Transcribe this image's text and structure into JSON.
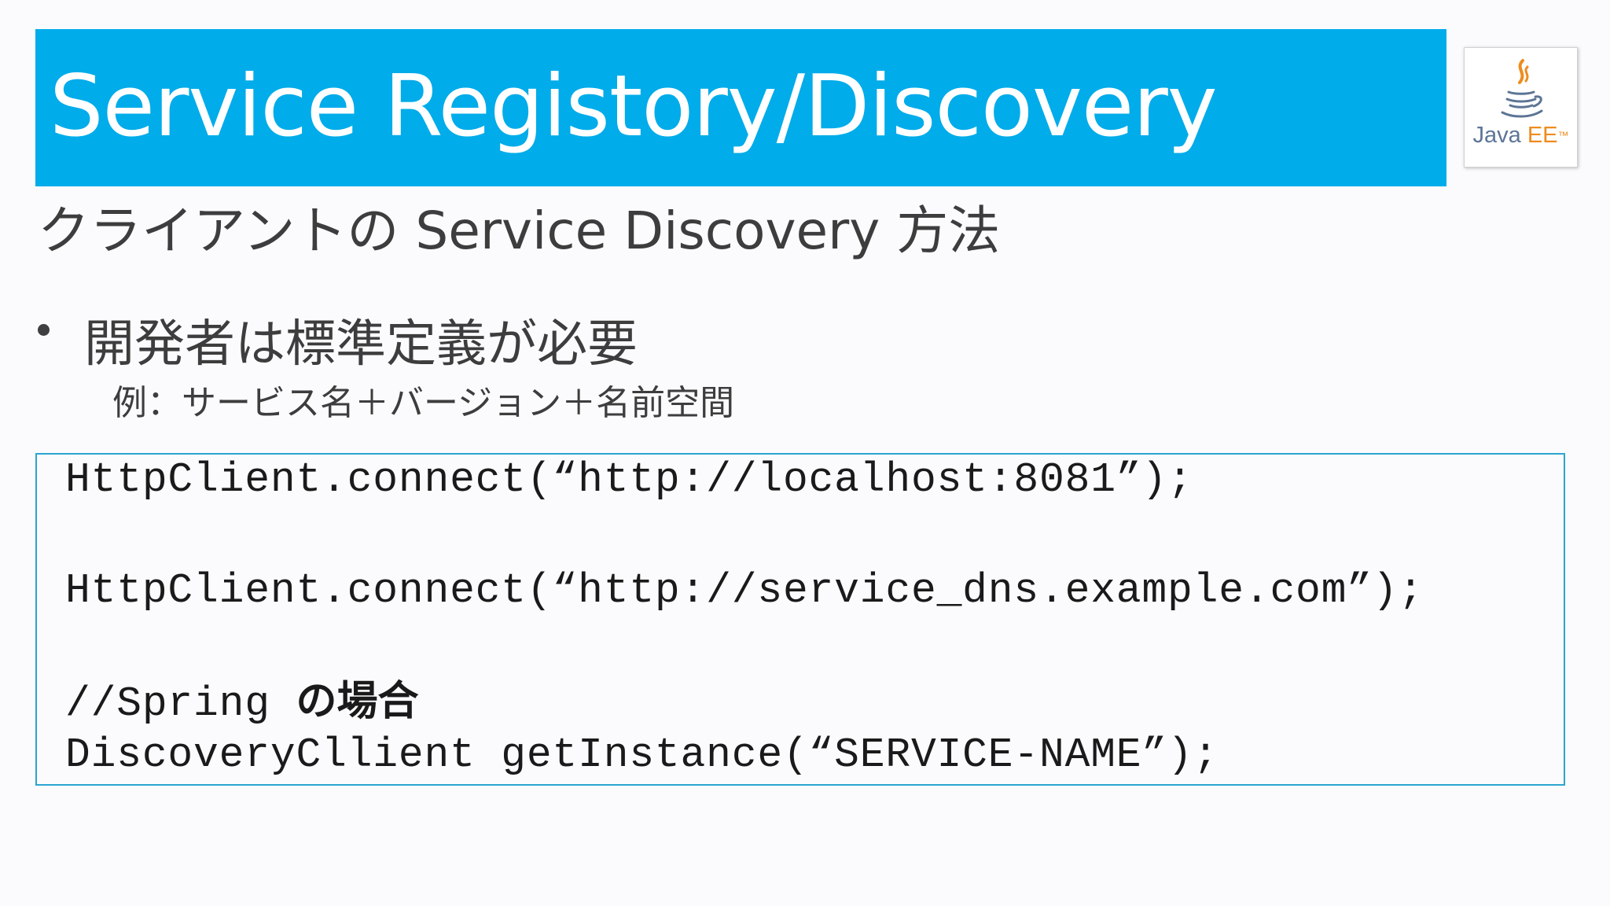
{
  "slide": {
    "title": "Service Registory/Discovery",
    "subtitle": "クライアントの Service Discovery 方法",
    "bullet": "開発者は標準定義が必要",
    "sub_bullet": "例：サービス名＋バージョン＋名前空間"
  },
  "logo": {
    "name": "java-ee-logo",
    "text_java": "Java",
    "text_ee": "EE",
    "text_tm": "™"
  },
  "code": {
    "line1": "HttpClient.connect(“http://localhost:8081”);",
    "line2": "HttpClient.connect(“http://service_dns.example.com”);",
    "comment_prefix": "//Spring ",
    "comment_jp": "の場合",
    "line4": "DiscoveryCllient getInstance(“SERVICE-NAME”);"
  },
  "colors": {
    "title_banner": "#00acea",
    "title_text": "#ffffff",
    "code_border": "#2ba5cf",
    "body_text": "#3d3d3d",
    "logo_java": "#5d7595",
    "logo_ee": "#ed8c1e"
  }
}
